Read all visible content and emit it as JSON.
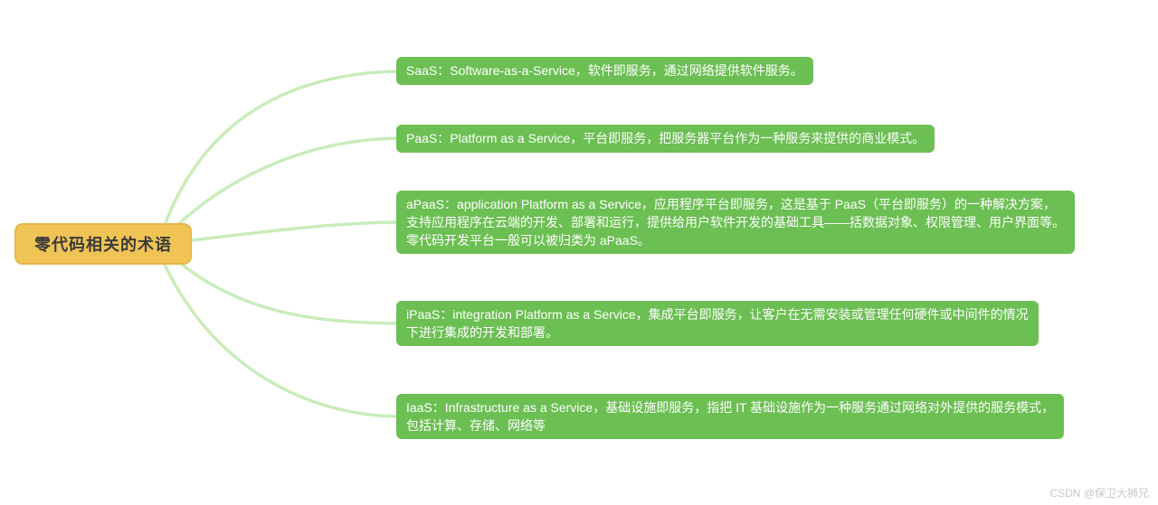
{
  "root": {
    "label": "零代码相关的术语"
  },
  "terms": [
    {
      "id": "saas",
      "lines": [
        "SaaS：Software-as-a-Service，软件即服务，通过网络提供软件服务。"
      ]
    },
    {
      "id": "paas",
      "lines": [
        "PaaS：Platform as a Service，平台即服务，把服务器平台作为一种服务来提供的商业模式。"
      ]
    },
    {
      "id": "apaas",
      "lines": [
        "aPaaS：application Platform as a Service，应用程序平台即服务，这是基于 PaaS（平台即服务）的一种解决方案，",
        "支持应用程序在云端的开发、部署和运行，提供给用户软件开发的基础工具——括数据对象、权限管理、用户界面等。",
        "零代码开发平台一般可以被归类为 aPaaS。"
      ]
    },
    {
      "id": "ipaas",
      "lines": [
        "iPaaS：integration Platform as a Service，集成平台即服务，让客户在无需安装或管理任何硬件或中间件的情况",
        "下进行集成的开发和部署。"
      ]
    },
    {
      "id": "iaas",
      "lines": [
        "IaaS：Infrastructure as a Service，基础设施即服务，指把 IT 基础设施作为一种服务通过网络对外提供的服务模式，",
        "包括计算、存储、网络等"
      ]
    }
  ],
  "watermark": "CSDN @保卫大狮兄",
  "colors": {
    "background": "#ffffff",
    "root_fill": "#f0c355",
    "root_border": "#e7b549",
    "node_fill": "#6cbf53",
    "node_text": "#ffffff",
    "connector": "#c9ecb9",
    "watermark_text": "#c9c9c9"
  }
}
